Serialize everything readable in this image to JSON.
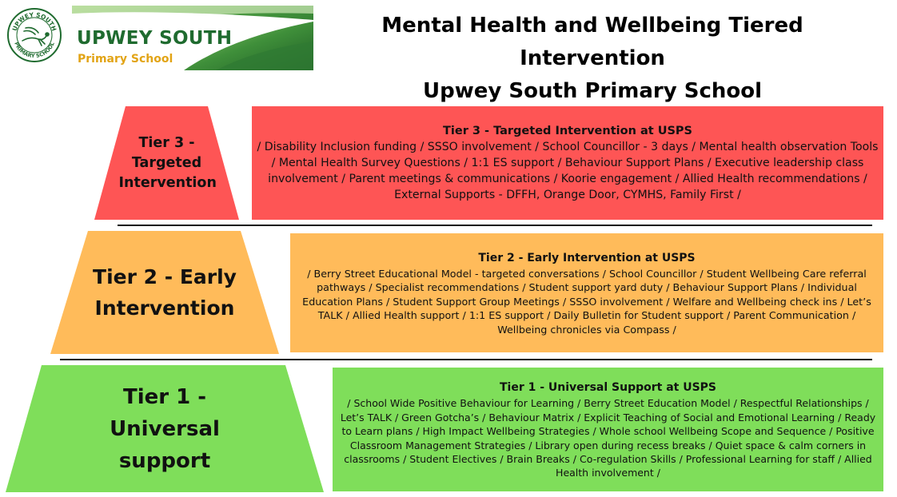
{
  "logo": {
    "seal_top": "UPWEY SOUTH",
    "seal_bottom": "PRIMARY SCHOOL",
    "name": "UPWEY SOUTH",
    "sub": "Primary School",
    "icon": "lyrebird-icon"
  },
  "header": {
    "line1": "Mental Health and Wellbeing Tiered Intervention",
    "line2": "Upwey South Primary School"
  },
  "colors": {
    "tier3": "#fe5555",
    "tier2": "#ffbb5a",
    "tier1": "#7fde5a",
    "brand_green": "#1f6b2f",
    "brand_gold": "#e2a416"
  },
  "tiers": [
    {
      "label": "Tier 3 - Targeted Intervention",
      "title": "Tier 3 - Targeted Intervention at USPS",
      "items": "/ Disability Inclusion funding / SSSO involvement / School Councillor - 3 days / Mental health observation Tools / Mental Health Survey Questions / 1:1 ES support / Behaviour Support Plans / Executive leadership class involvement / Parent meetings & communications / Koorie engagement / Allied Health recommendations / External Supports - DFFH, Orange Door, CYMHS, Family First /"
    },
    {
      "label": "Tier 2 - Early Intervention",
      "title": "Tier 2 - Early Intervention at USPS",
      "items": "/ Berry Street Educational Model - targeted conversations / School Councillor / Student Wellbeing Care referral pathways / Specialist recommendations / Student support yard duty / Behaviour Support Plans / Individual Education Plans / Student Support Group Meetings / SSSO involvement / Welfare and Wellbeing check ins / Let’s TALK / Allied Health support / 1:1 ES support / Daily Bulletin for Student support / Parent Communication / Wellbeing chronicles via Compass /"
    },
    {
      "label": "Tier 1 - Universal support",
      "title": "Tier 1 - Universal Support at USPS",
      "items": "/ School Wide Positive Behaviour for Learning / Berry Street Education Model / Respectful Relationships / Let’s TALK / Green Gotcha’s / Behaviour Matrix / Explicit Teaching of Social and Emotional Learning / Ready to Learn plans / High Impact Wellbeing Strategies / Whole school Wellbeing Scope and Sequence / Positive Classroom Management Strategies / Library open during recess breaks / Quiet space & calm corners in classrooms / Student Electives / Brain Breaks / Co-regulation Skills / Professional Learning for staff / Allied Health involvement /"
    }
  ]
}
